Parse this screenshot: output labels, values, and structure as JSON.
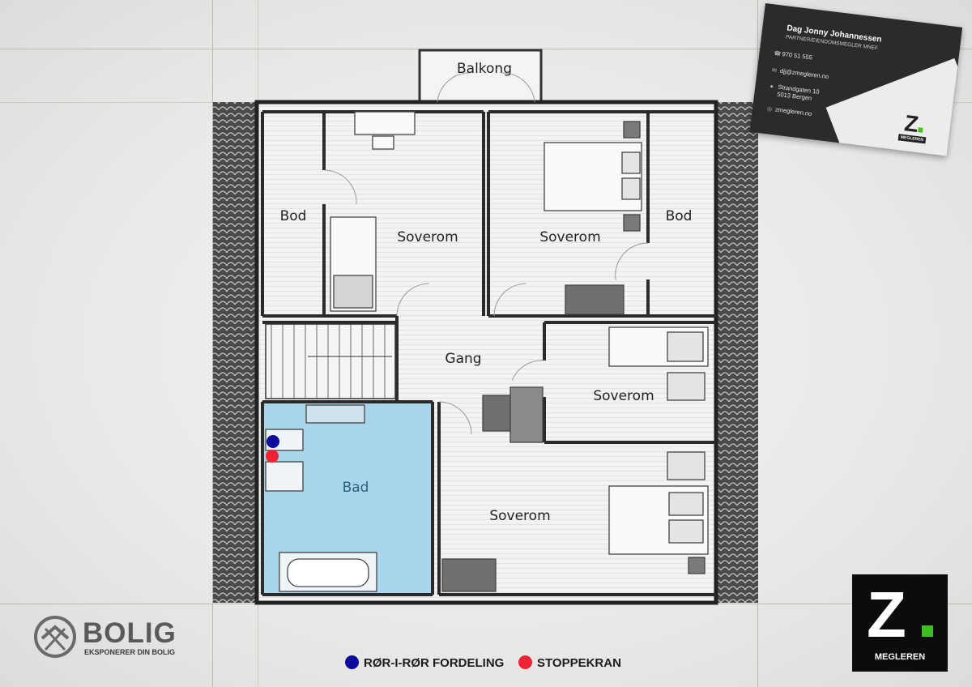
{
  "rooms": {
    "balcony": "Balkong",
    "storage_left": "Bod",
    "storage_right": "Bod",
    "bedroom_1": "Soverom",
    "bedroom_2": "Soverom",
    "bedroom_3": "Soverom",
    "bedroom_4": "Soverom",
    "hall": "Gang",
    "bathroom": "Bad"
  },
  "legend": {
    "pipe_distribution": "RØR-I-RØR FORDELING",
    "stopcock": "STOPPEKRAN"
  },
  "colors": {
    "pipe_distribution": "#0a0a9e",
    "stopcock": "#ee2233",
    "bathroom_fill": "#a9d6ec",
    "accent_green": "#3fbf22"
  },
  "business_card": {
    "name": "Dag Jonny Johannessen",
    "title": "PARTNER/EIENDOMSMEGLER MNEF",
    "phone": "970 51 555",
    "email": "djj@zmegleren.no",
    "address_line1": "Strandgaten 10",
    "address_line2": "5013 Bergen",
    "website": "zmegleren.no",
    "logo_letter": "Z",
    "logo_text": "MEGLEREN"
  },
  "brand_logo": {
    "letter": "Z",
    "text": "MEGLEREN"
  },
  "bolig_logo": {
    "word": "BOLIG",
    "tagline": "EKSPONERER DIN BOLIG"
  },
  "icons": [
    "phone-icon",
    "mail-icon",
    "location-icon",
    "globe-icon"
  ]
}
